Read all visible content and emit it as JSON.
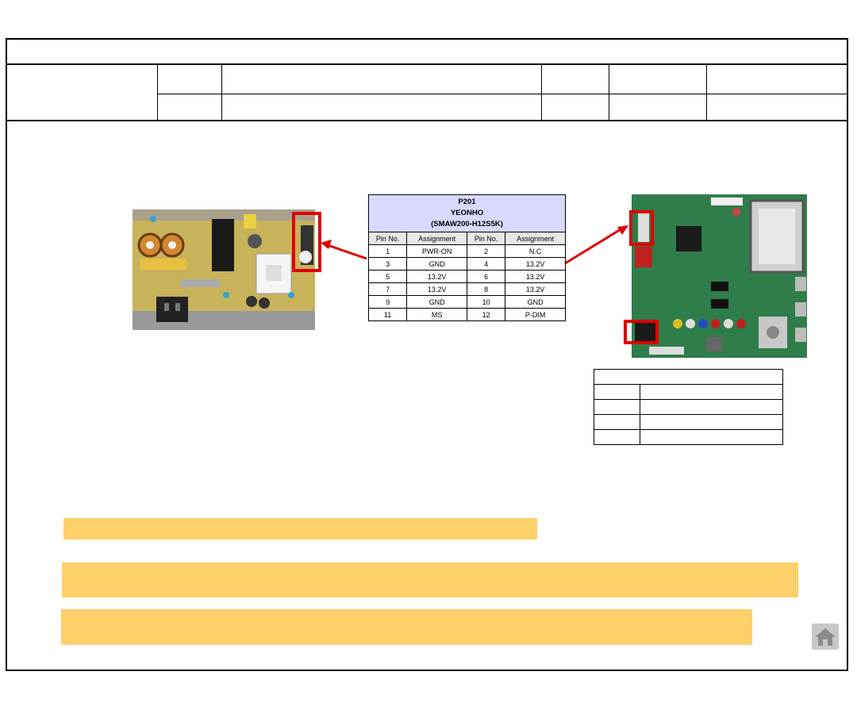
{
  "pin_table": {
    "title_line1": "P201",
    "title_line2": "YEONHO",
    "title_line3": "(SMAW200-H12S5K)",
    "columns": [
      "Pin No.",
      "Assignment",
      "Pin No.",
      "Assignment"
    ],
    "rows": [
      [
        "1",
        "PWR-ON",
        "2",
        "N.C"
      ],
      [
        "3",
        "GND",
        "4",
        "13.2V"
      ],
      [
        "5",
        "13.2V",
        "6",
        "13.2V"
      ],
      [
        "7",
        "13.2V",
        "8",
        "13.2V"
      ],
      [
        "9",
        "GND",
        "10",
        "GND"
      ],
      [
        "11",
        "MS",
        "12",
        "P-DIM"
      ]
    ]
  },
  "colors": {
    "highlight_box": "#e00000",
    "arrow": "#e00000",
    "note_bar": "#fdd06a",
    "table_title_bg": "#d9d9ff",
    "board_green": "#2f7d4a",
    "psu_board": "#c8b25a"
  },
  "icons": {
    "home": "home-icon"
  }
}
